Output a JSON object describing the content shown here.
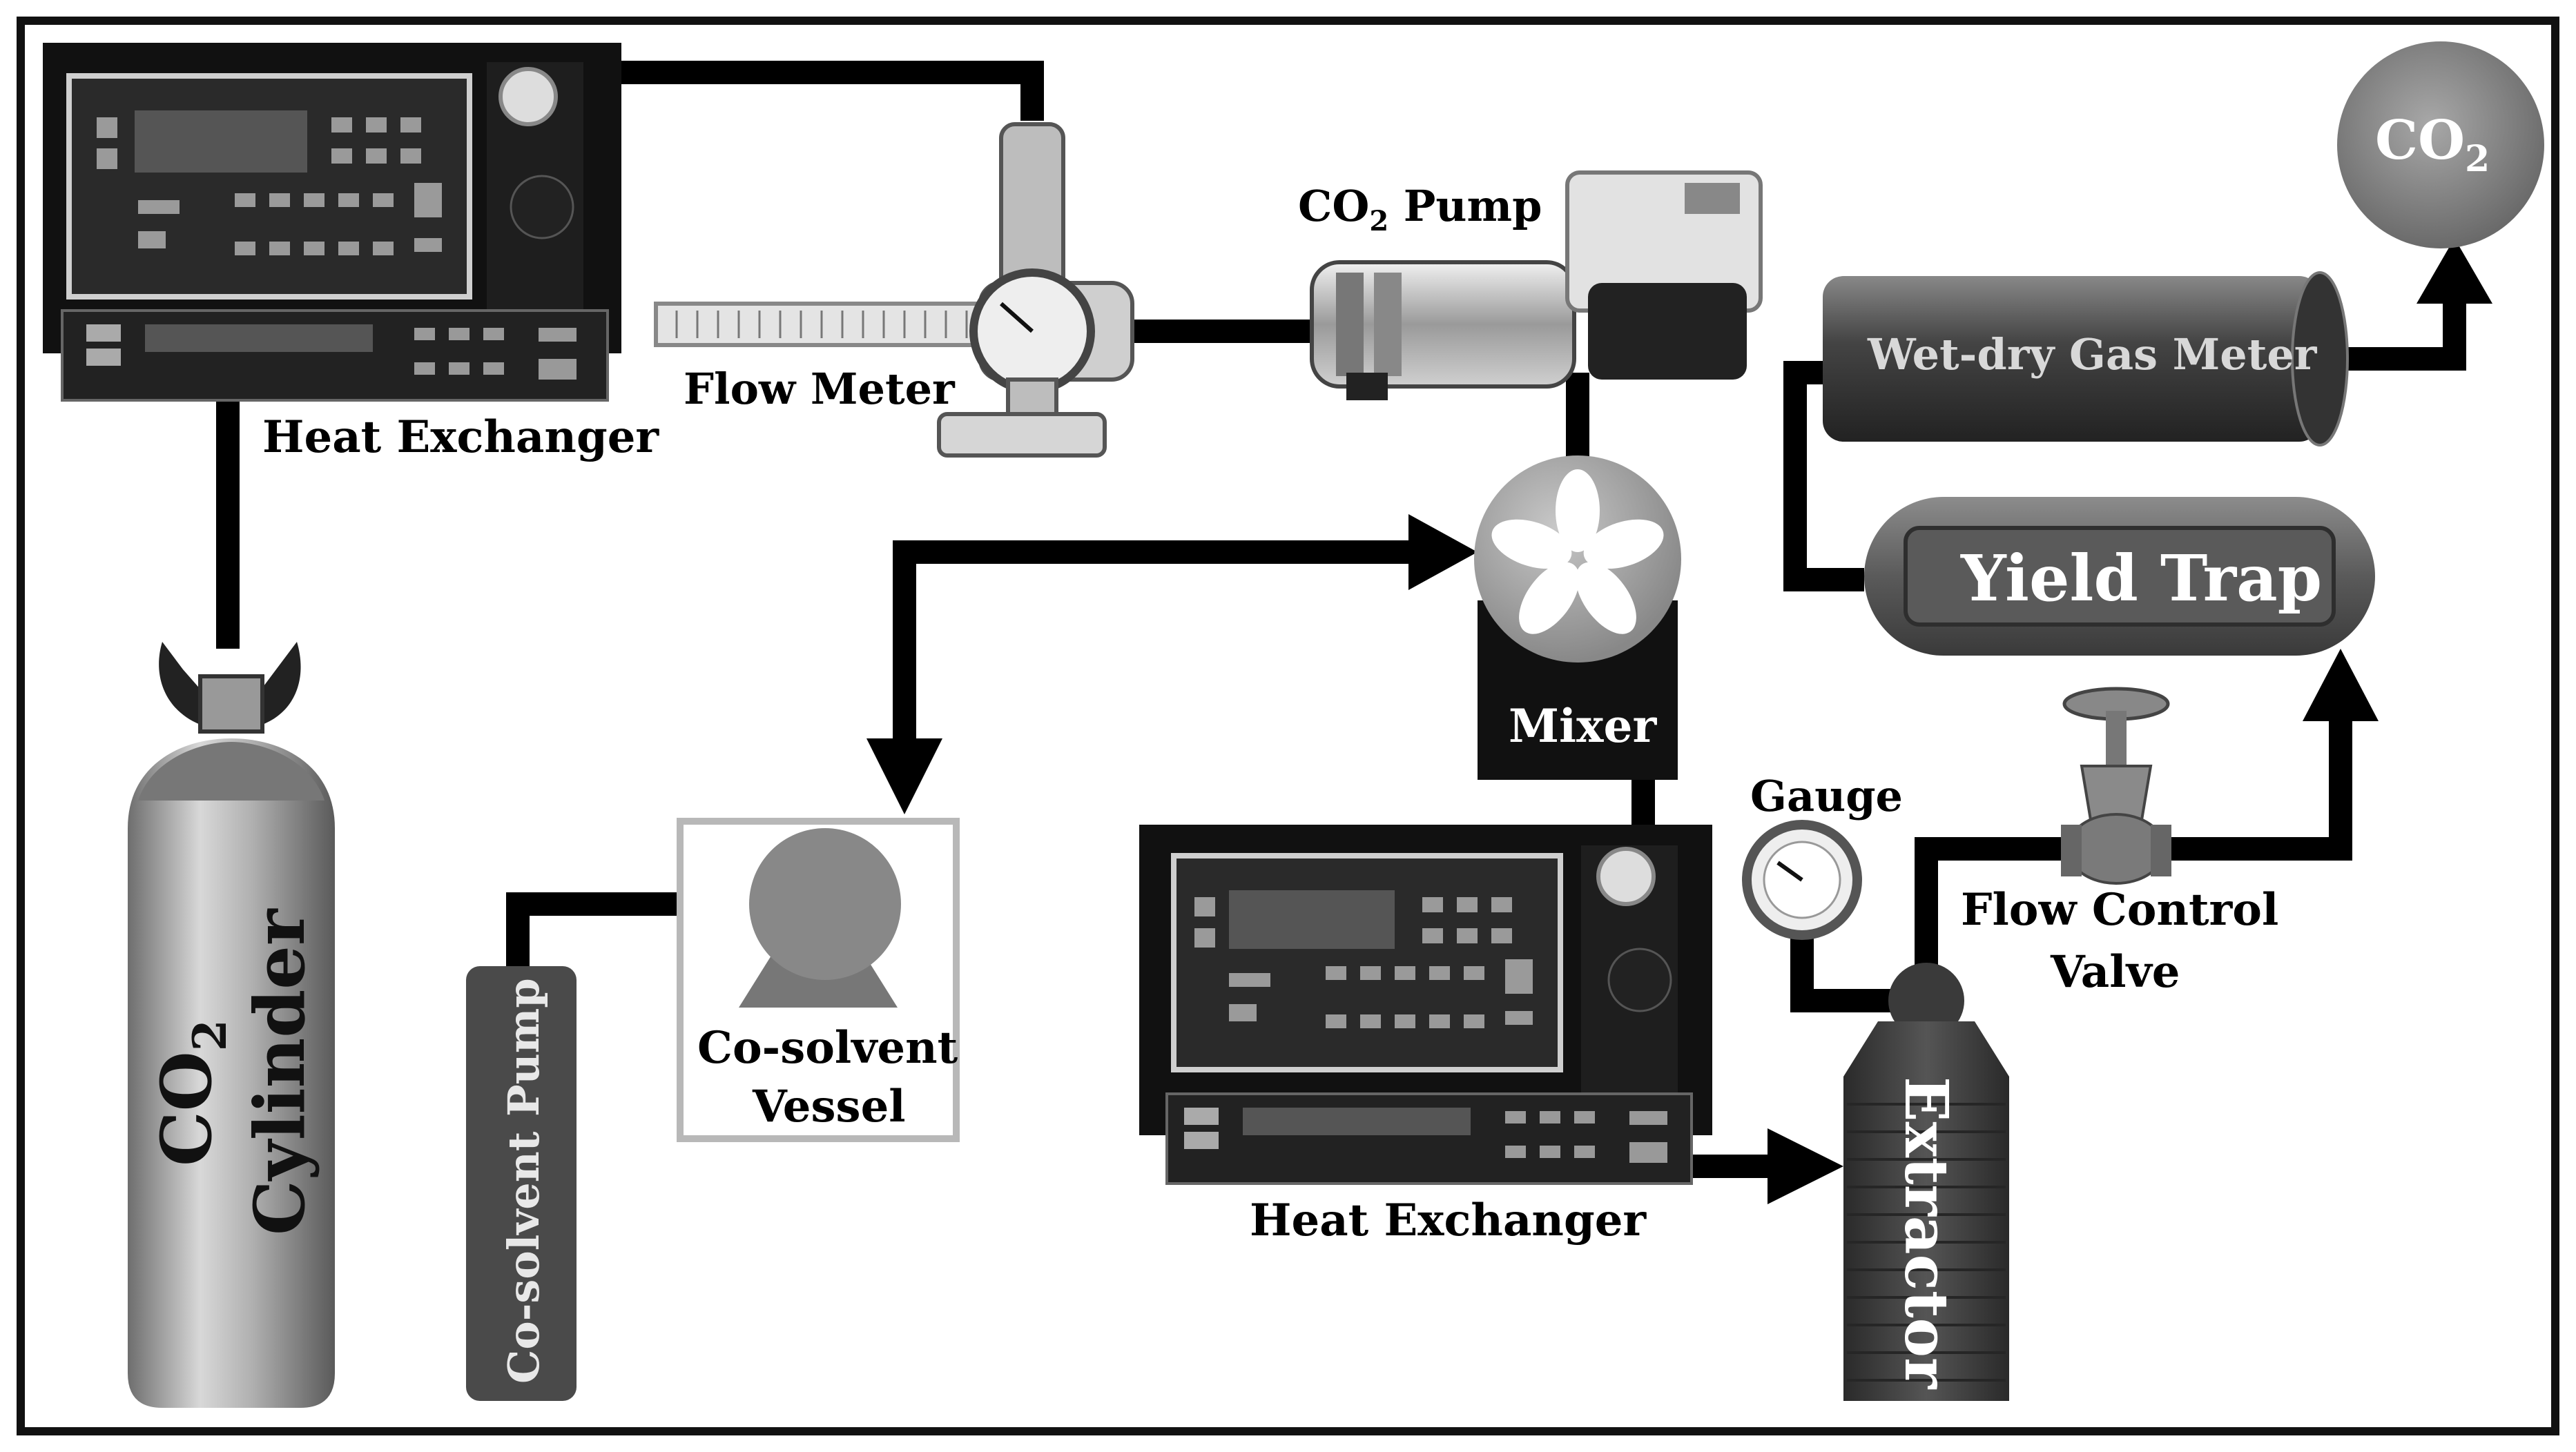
{
  "labels": {
    "heat_exchanger_top": "Heat Exchanger",
    "flow_meter": "Flow Meter",
    "co2_pump_prefix": "CO",
    "co2_pump_sub": "2",
    "co2_pump_suffix": " Pump",
    "co2_out_main": "CO",
    "co2_out_sub": "2",
    "wet_dry_gas_meter": "Wet-dry Gas Meter",
    "yield_trap": "Yield Trap",
    "mixer": "Mixer",
    "gauge": "Gauge",
    "flow_control_valve_line1": "Flow Control",
    "flow_control_valve_line2": "Valve",
    "co_solvent_vessel_line1": "Co-solvent",
    "co_solvent_vessel_line2": "Vessel",
    "co_solvent_pump": "Co-solvent Pump",
    "cylinder_co": "CO",
    "cylinder_sub": "2",
    "cylinder_word": "Cylinder",
    "heat_exchanger_bottom": "Heat Exchanger",
    "extractor": "Extractor"
  },
  "colors": {
    "line": "#000000",
    "frame": "#1a1a1a",
    "co2_ball": "#8a8a8a",
    "gas_meter": "#3a3a3a",
    "yield_trap": "#555555",
    "mixer_disk": "#a6a6a6",
    "vessel_pump": "#777777",
    "cylinder_metal": "#b8b8b8",
    "extractor_body": "#3c3c3c",
    "co_solvent_pump_body": "#4a4a4a"
  }
}
